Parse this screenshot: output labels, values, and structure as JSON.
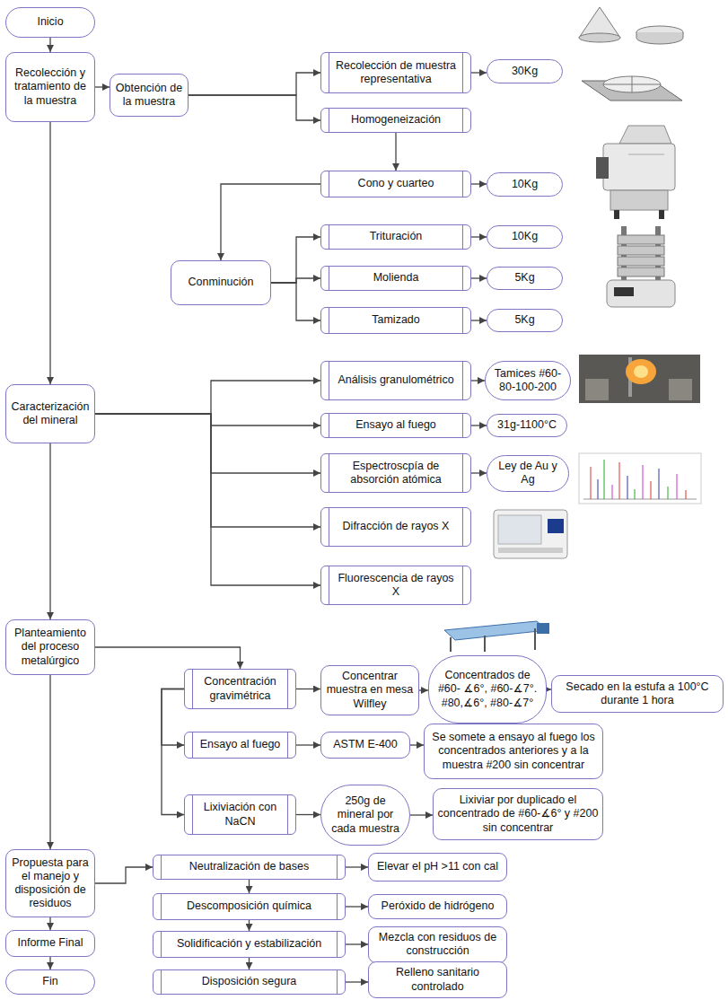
{
  "diagram": {
    "nodes": [
      {
        "text": [
          "Inicio"
        ]
      },
      {
        "text": [
          "Recolección y tratamiento de la muestra"
        ]
      },
      {
        "text": [
          "Obtención de la muestra"
        ]
      },
      {
        "text": [
          "Recolección de muestra representativa"
        ]
      },
      {
        "text": [
          "30Kg"
        ]
      },
      {
        "text": [
          "Homogeneización"
        ]
      },
      {
        "text": [
          "Cono y cuarteo"
        ]
      },
      {
        "text": [
          "10Kg"
        ]
      },
      {
        "text": [
          "Conminución"
        ]
      },
      {
        "text": [
          "Trituración"
        ]
      },
      {
        "text": [
          "10Kg"
        ]
      },
      {
        "text": [
          "Molienda"
        ]
      },
      {
        "text": [
          "5Kg"
        ]
      },
      {
        "text": [
          "Tamizado"
        ]
      },
      {
        "text": [
          "5Kg"
        ]
      },
      {
        "text": [
          "Caracterización del mineral"
        ]
      },
      {
        "text": [
          "Análisis granulométrico"
        ]
      },
      {
        "text": [
          "Tamices #60-80-100-200"
        ]
      },
      {
        "text": [
          "Ensayo al fuego"
        ]
      },
      {
        "text": [
          "31g-1100°C"
        ]
      },
      {
        "text": [
          "Espectroscpía de absorción atómica"
        ]
      },
      {
        "text": [
          "Ley de Au y Ag"
        ]
      },
      {
        "text": [
          "Difracción de rayos X"
        ]
      },
      {
        "text": [
          "Fluorescencia de rayos X"
        ]
      },
      {
        "text": [
          "Planteamiento del proceso metalúrgico"
        ]
      },
      {
        "text": [
          "Concentración gravimétrica"
        ]
      },
      {
        "text": [
          "Concentrar muestra en mesa Wilfley"
        ]
      },
      {
        "text": [
          "Concentrados de #60- ∡6°, #60-∡7°. #80,∡6°, #80-∡7°"
        ]
      },
      {
        "text": [
          "Secado en la estufa a 100°C durante 1 hora"
        ]
      },
      {
        "text": [
          "Ensayo al fuego"
        ]
      },
      {
        "text": [
          "ASTM E-400"
        ]
      },
      {
        "text": [
          "Se somete a ensayo al fuego los concentrados anteriores y a la muestra #200 sin concentrar"
        ]
      },
      {
        "text": [
          "Lixiviación con NaCN"
        ]
      },
      {
        "text": [
          "250g de mineral por cada muestra"
        ]
      },
      {
        "text": [
          "Lixiviar por duplicado el concentrado de #60-∡6° y #200 sin concentrar"
        ]
      },
      {
        "text": [
          "Propuesta para el manejo y disposición de residuos"
        ]
      },
      {
        "text": [
          "Neutralización de bases"
        ]
      },
      {
        "text": [
          "Elevar el pH >11 con cal"
        ]
      },
      {
        "text": [
          "Descomposición química"
        ]
      },
      {
        "text": [
          "Peróxido de hidrógeno"
        ]
      },
      {
        "text": [
          "Solidificación y estabilización"
        ]
      },
      {
        "text": [
          "Mezcla con residuos de construcción"
        ]
      },
      {
        "text": [
          "Disposición segura"
        ]
      },
      {
        "text": [
          "Relleno sanitario controlado"
        ]
      },
      {
        "text": [
          "Informe Final"
        ]
      },
      {
        "text": [
          "Fin"
        ]
      }
    ],
    "edges": [
      {
        "from": 0,
        "to": 1,
        "arrow": "to"
      },
      {
        "from": 1,
        "to": 2,
        "arrow": "to"
      },
      {
        "from": 2,
        "to": 3,
        "arrow": "to"
      },
      {
        "from": 2,
        "to": 5,
        "arrow": "to"
      },
      {
        "from": 3,
        "to": 4,
        "arrow": "to"
      },
      {
        "from": 5,
        "to": 6,
        "arrow": "to"
      },
      {
        "from": 6,
        "to": 7,
        "arrow": "to"
      },
      {
        "from": 6,
        "to": 8,
        "arrow": "to"
      },
      {
        "from": 8,
        "to": 9,
        "arrow": "to"
      },
      {
        "from": 8,
        "to": 11,
        "arrow": "to"
      },
      {
        "from": 8,
        "to": 13,
        "arrow": "to"
      },
      {
        "from": 9,
        "to": 10,
        "arrow": "to"
      },
      {
        "from": 11,
        "to": 12,
        "arrow": "to"
      },
      {
        "from": 13,
        "to": 14,
        "arrow": "to"
      },
      {
        "from": 1,
        "to": 15,
        "arrow": "to"
      },
      {
        "from": 15,
        "to": 16,
        "arrow": "to"
      },
      {
        "from": 15,
        "to": 18,
        "arrow": "to"
      },
      {
        "from": 15,
        "to": 20,
        "arrow": "to"
      },
      {
        "from": 15,
        "to": 22,
        "arrow": "to"
      },
      {
        "from": 15,
        "to": 23,
        "arrow": "to"
      },
      {
        "from": 16,
        "to": 17,
        "arrow": "to"
      },
      {
        "from": 18,
        "to": 19,
        "arrow": "to"
      },
      {
        "from": 20,
        "to": 21,
        "arrow": "to"
      },
      {
        "from": 15,
        "to": 24,
        "arrow": "to"
      },
      {
        "from": 24,
        "to": 25,
        "arrow": "to"
      },
      {
        "from": 25,
        "to": 26,
        "arrow": "to"
      },
      {
        "from": 26,
        "to": 27,
        "arrow": "to"
      },
      {
        "from": 27,
        "to": 28,
        "arrow": "to"
      },
      {
        "from": 25,
        "to": 29,
        "arrow": "to"
      },
      {
        "from": 25,
        "to": 32,
        "arrow": "to"
      },
      {
        "from": 29,
        "to": 30,
        "arrow": "to"
      },
      {
        "from": 30,
        "to": 31,
        "arrow": "to"
      },
      {
        "from": 32,
        "to": 33,
        "arrow": "to"
      },
      {
        "from": 33,
        "to": 34,
        "arrow": "to"
      },
      {
        "from": 24,
        "to": 35,
        "arrow": "to"
      },
      {
        "from": 35,
        "to": 36,
        "arrow": "to"
      },
      {
        "from": 36,
        "to": 38,
        "arrow": "to"
      },
      {
        "from": 38,
        "to": 40,
        "arrow": "to"
      },
      {
        "from": 40,
        "to": 42,
        "arrow": "to"
      },
      {
        "from": 36,
        "to": 37,
        "arrow": "to"
      },
      {
        "from": 38,
        "to": 39,
        "arrow": "to"
      },
      {
        "from": 40,
        "to": 41,
        "arrow": "to"
      },
      {
        "from": 42,
        "to": 43,
        "arrow": "to"
      },
      {
        "from": 35,
        "to": 44,
        "arrow": "to"
      },
      {
        "from": 44,
        "to": 45,
        "arrow": "to"
      }
    ]
  }
}
